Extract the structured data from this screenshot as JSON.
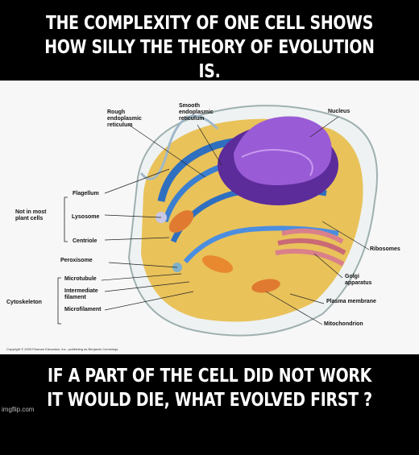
{
  "caption_top": {
    "line1": "THE COMPLEXITY OF ONE CELL SHOWS",
    "line2": "HOW SILLY THE THEORY OF EVOLUTION IS."
  },
  "caption_bottom": {
    "line1": "IF A PART OF THE CELL DID NOT WORK",
    "line2": "IT WOULD DIE,  WHAT EVOLVED FIRST ?"
  },
  "labels": {
    "rough_er": "Rough\nendoplasmic\nreticulum",
    "smooth_er": "Smooth\nendoplasmic\nreticulum",
    "nucleus": "Nucleus",
    "flagellum": "Flagellum",
    "not_in_most": "Not in most\nplant cells",
    "lysosome": "Lysosome",
    "centriole": "Centriole",
    "ribosomes": "Ribosomes",
    "peroxisome": "Peroxisome",
    "golgi": "Golgi\napparatus",
    "plasma_membrane": "Plasma membrane",
    "microtubule": "Microtubule",
    "intermediate_filament": "Intermediate\nfilament",
    "microfilament": "Microfilament",
    "cytoskeleton": "Cytoskeleton",
    "mitochondrion": "Mitochondrion"
  },
  "copyright_text": "Copyright © 2003 Pearson Education, Inc., publishing as Benjamin Cummings",
  "watermark": "imgflip.com",
  "colors": {
    "background": "#000000",
    "caption_text": "#ffffff",
    "panel": "#f7f7f7",
    "nucleus": "#7a3fb0",
    "er": "#2f6fc0",
    "cytoplasm": "#e9c25a",
    "mitochondria": "#e07a30",
    "golgi": "#d9808a"
  }
}
